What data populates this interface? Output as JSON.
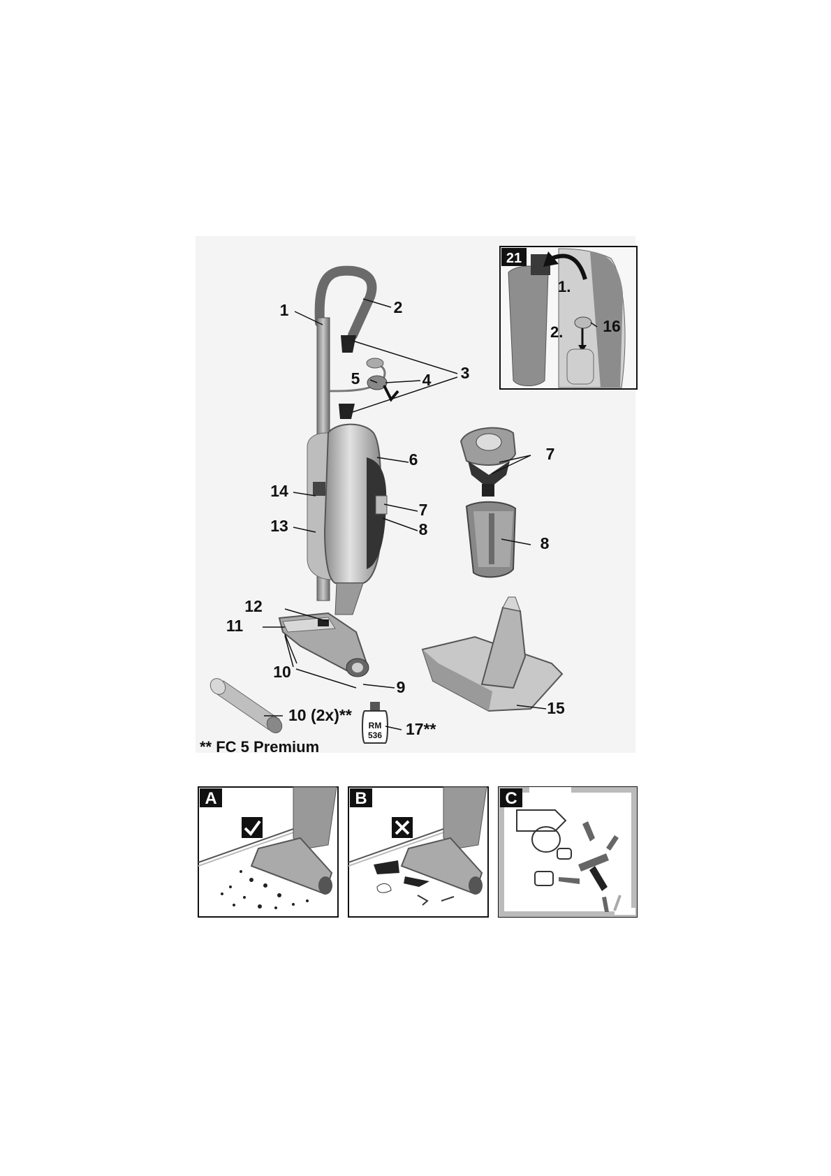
{
  "callouts": {
    "c1": "1",
    "c2": "2",
    "c3": "3",
    "c4": "4",
    "c5": "5",
    "c6": "6",
    "c7": "7",
    "c7b": "7",
    "c8": "8",
    "c8b": "8",
    "c9": "9",
    "c10": "10",
    "c10x": "10 (2x)**",
    "c11": "11",
    "c12": "12",
    "c13": "13",
    "c14": "14",
    "c15": "15",
    "c16": "16",
    "c17": "17**",
    "c21": "21"
  },
  "steps": {
    "s1": "1.",
    "s2": "2."
  },
  "bottle": {
    "line1": "RM",
    "line2": "536"
  },
  "footnote": "** FC 5 Premium",
  "panels": {
    "a": {
      "letter": "A"
    },
    "b": {
      "letter": "B"
    },
    "c": {
      "letter": "C"
    }
  }
}
